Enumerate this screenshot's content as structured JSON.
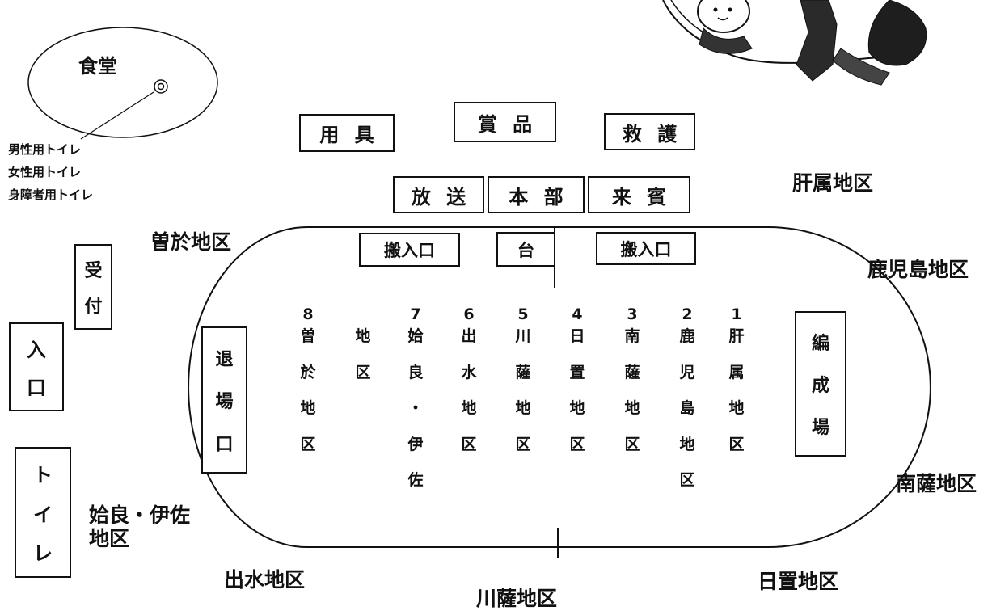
{
  "cafeteria": {
    "label": "食堂"
  },
  "toilet_list": [
    "男性用トイレ",
    "女性用トイレ",
    "身障者用トイレ"
  ],
  "top_tents": {
    "equipment": "用具",
    "prizes": "賞品",
    "first_aid": "救護"
  },
  "second_tents": {
    "broadcast": "放送",
    "headquarters": "本部",
    "guests": "来賓"
  },
  "track_top": {
    "carry_in_left": "搬入口",
    "stand": "台",
    "carry_in_right": "搬入口"
  },
  "side_facilities": {
    "reception": [
      "受",
      "付"
    ],
    "entrance": [
      "入",
      "口"
    ],
    "toilet": [
      "ト",
      "イ",
      "レ"
    ],
    "exit": [
      "退",
      "場",
      "口"
    ],
    "formation_area": [
      "編",
      "成",
      "場"
    ]
  },
  "regions": {
    "kimotsuki": "肝属地区",
    "soo": "曽於地区",
    "kagoshima": "鹿児島地区",
    "nansatsu": "南薩地区",
    "aira_isa": [
      "姶良・伊佐",
      "地区"
    ],
    "izumi": "出水地区",
    "hioki": "日置地区",
    "satsuma": "川薩地区"
  },
  "lanes": [
    {
      "num": "8",
      "chars": [
        "曽",
        "於",
        "地",
        "区"
      ]
    },
    {
      "num": "",
      "chars": [
        "地",
        "区"
      ]
    },
    {
      "num": "7",
      "chars": [
        "姶",
        "良",
        "・",
        "伊",
        "佐"
      ]
    },
    {
      "num": "6",
      "chars": [
        "出",
        "水",
        "地",
        "区"
      ]
    },
    {
      "num": "5",
      "chars": [
        "川",
        "薩",
        "地",
        "区"
      ]
    },
    {
      "num": "4",
      "chars": [
        "日",
        "置",
        "地",
        "区"
      ]
    },
    {
      "num": "3",
      "chars": [
        "南",
        "薩",
        "地",
        "区"
      ]
    },
    {
      "num": "2",
      "chars": [
        "鹿",
        "児",
        "島",
        "地",
        "区"
      ]
    },
    {
      "num": "1",
      "chars": [
        "肝",
        "属",
        "地",
        "区"
      ]
    }
  ]
}
